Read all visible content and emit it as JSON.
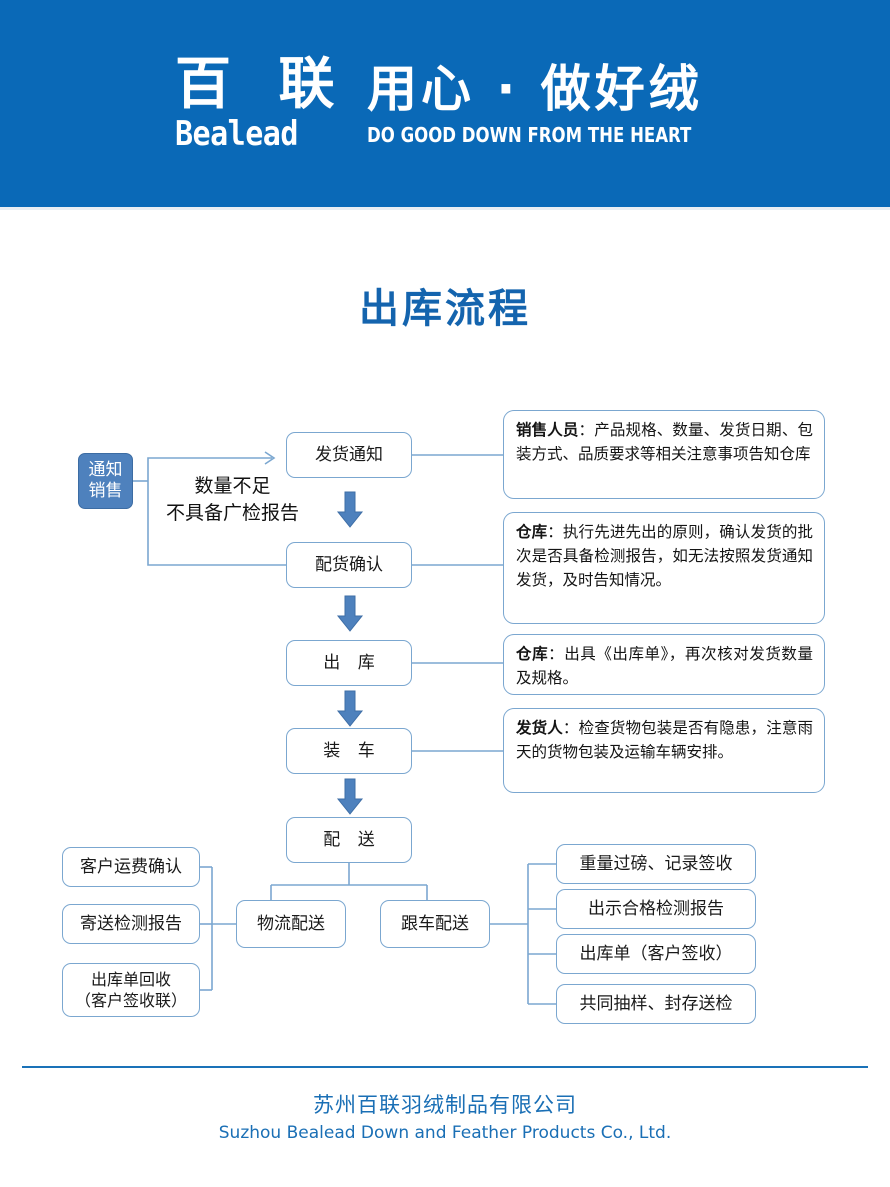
{
  "header": {
    "logo_cn": "百 联",
    "logo_en": "Bealead",
    "slogan_cn": "用心 · 做好绒",
    "slogan_en": "DO GOOD DOWN FROM THE HEART",
    "background_color": "#0a69b7"
  },
  "title": "出库流程",
  "colors": {
    "brand_blue": "#0a69b7",
    "title_blue": "#1464ae",
    "node_border": "#7ba7d0",
    "accent_fill": "#4e81bd",
    "footer_blue": "#1a6fb5"
  },
  "flow": {
    "notify_node": "通知\n销售",
    "notify_node_line1": "通知",
    "notify_node_line2": "销售",
    "loop_label_line1": "数量不足",
    "loop_label_line2": "不具备广检报告",
    "steps": [
      {
        "id": "shipping-notice",
        "label": "发货通知"
      },
      {
        "id": "allocation-confirm",
        "label": "配货确认"
      },
      {
        "id": "outbound",
        "label": "出 库"
      },
      {
        "id": "loading",
        "label": "装 车"
      },
      {
        "id": "delivery",
        "label": "配 送"
      }
    ],
    "notes": [
      {
        "id": "note-sales",
        "role": "销售人员",
        "sep": "：",
        "text": "产品规格、数量、发货日期、包装方式、品质要求等相关注意事项告知仓库"
      },
      {
        "id": "note-warehouse-1",
        "role": "仓库",
        "sep": "：",
        "text": "执行先进先出的原则，确认发货的批次是否具备检测报告，如无法按照发货通知发货，及时告知情况。"
      },
      {
        "id": "note-warehouse-2",
        "role": "仓库",
        "sep": "：",
        "text": "出具《出库单》，再次核对发货数量及规格。"
      },
      {
        "id": "note-shipper",
        "role": "发货人",
        "sep": "：",
        "text": "检查货物包装是否有隐患，注意雨天的货物包装及运输车辆安排。"
      }
    ],
    "delivery_branches": [
      {
        "id": "logistics-delivery",
        "label": "物流配送"
      },
      {
        "id": "accompanied-delivery",
        "label": "跟车配送"
      }
    ],
    "left_items": [
      {
        "id": "freight-confirm",
        "label": "客户运费确认"
      },
      {
        "id": "send-test-report",
        "label": "寄送检测报告"
      },
      {
        "id": "outbound-recycle",
        "line1": "出库单回收",
        "line2": "（客户签收联）"
      }
    ],
    "right_items": [
      {
        "id": "weigh-sign",
        "label": "重量过磅、记录签收"
      },
      {
        "id": "show-report",
        "label": "出示合格检测报告"
      },
      {
        "id": "outbound-sheet",
        "label": "出库单（客户签收）"
      },
      {
        "id": "joint-sampling",
        "label": "共同抽样、封存送检"
      }
    ]
  },
  "footer": {
    "cn": "苏州百联羽绒制品有限公司",
    "en": "Suzhou Bealead Down and Feather Products Co., Ltd."
  }
}
